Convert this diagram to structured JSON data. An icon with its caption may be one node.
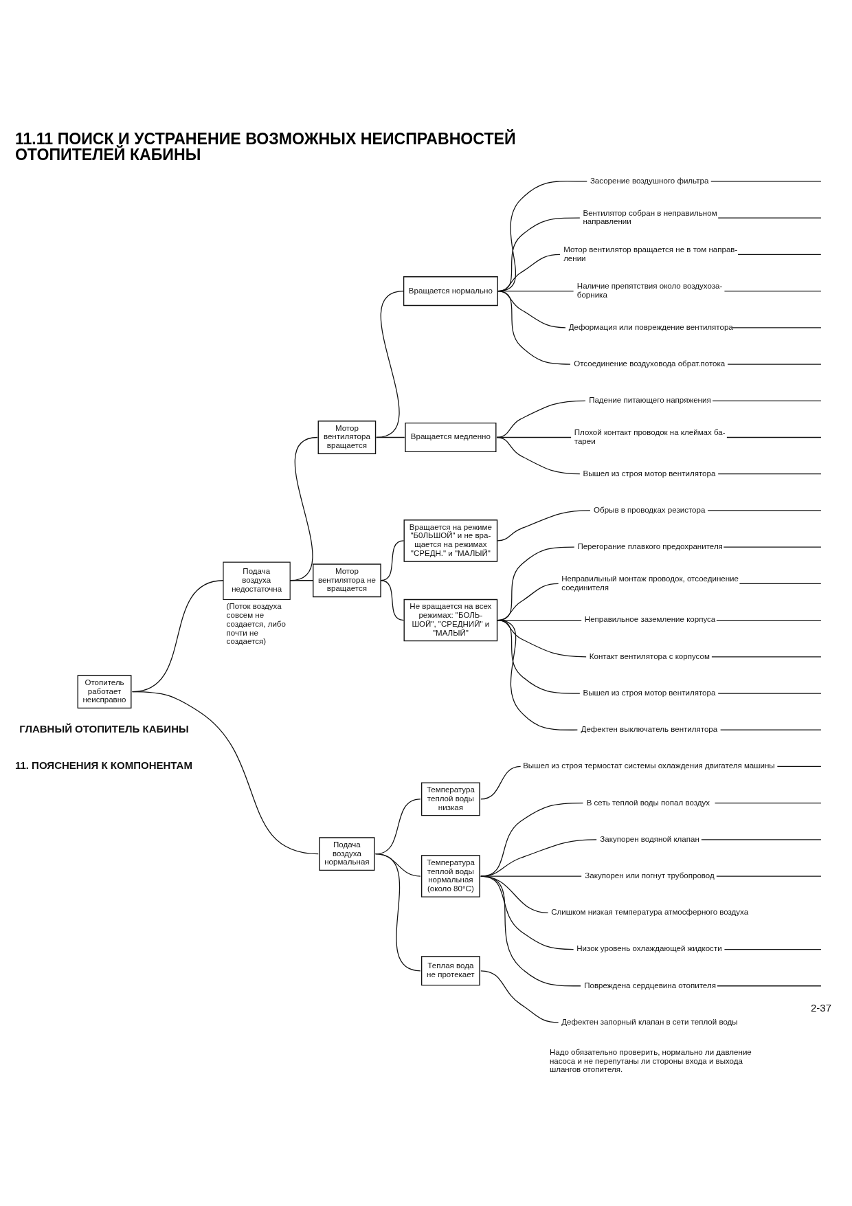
{
  "diagram": {
    "title": "11.11 ПОИСК И УСТРАНЕНИЕ ВОЗМОЖНЫХ НЕИСПРАВНОСТЕЙ ОТОПИТЕЛЕЙ КАБИНЫ",
    "nodes": [
      {
        "text": [
          "Отопитель работает неисправно"
        ]
      },
      {
        "text": [
          "Подача воздуха недостаточна"
        ],
        "beside": [
          "(Поток воздуха совсем не создается, либо почти не создается)"
        ]
      },
      {
        "text": [
          "Мотор вентилятора вращается"
        ]
      },
      {
        "text": [
          "Вращается нормально"
        ]
      },
      {
        "text": [
          "Засорение воздушного фильтра"
        ]
      },
      {
        "text": [
          "Вентилятор собран в неправильном направлении"
        ]
      },
      {
        "text": [
          "Мотор вентилятор вращается не в том направ- лении"
        ]
      },
      {
        "text": [
          "Наличие препятствия около воздухоза- борника"
        ]
      },
      {
        "text": [
          "Деформация или повреждение вентилятора"
        ]
      },
      {
        "text": [
          "Отсоединение воздуховода обрат.потока"
        ]
      },
      {
        "text": [
          "Вращается медленно"
        ]
      },
      {
        "text": [
          "Падение питающего напряжения"
        ]
      },
      {
        "text": [
          "Плохой контакт проводок на клеймах ба- тареи"
        ]
      },
      {
        "text": [
          "Вышел из строя мотор вентилятора"
        ]
      },
      {
        "text": [
          "Мотор вентилятора не вращается"
        ]
      },
      {
        "text": [
          "Вращается на режиме \"Б0ЛЬШОЙ\" и не вра- щается на режимах \"СРЕДН.\" и \"МАЛЫЙ\""
        ]
      },
      {
        "text": [
          "Обрыв в проводках резистора"
        ]
      },
      {
        "text": [
          "Не вращается на всех режимах: \"БОЛЬ- ШОЙ\", \"СРЕДНИЙ\" и \"МАЛЫЙ\""
        ]
      },
      {
        "text": [
          "Перегорание плавкого предохранителя"
        ]
      },
      {
        "text": [
          "Неправильный монтаж проводок, отсоединение соединителя"
        ]
      },
      {
        "text": [
          "Неправильное заземление корпуса"
        ]
      },
      {
        "text": [
          "Контакт вентилятора с корпусом"
        ]
      },
      {
        "text": [
          "Вышел из строя мотор вентилятора"
        ]
      },
      {
        "text": [
          "Дефектен выключатель вентилятора"
        ]
      },
      {
        "text": [
          "Подача воздуха нормальная"
        ]
      },
      {
        "text": [
          "Температура теплой воды низкая"
        ]
      },
      {
        "text": [
          "Вышел из строя термостат системы охлаждения двигателя машины"
        ]
      },
      {
        "text": [
          "Температура теплой воды нормальная (около 80°C)"
        ]
      },
      {
        "text": [
          "В сеть теплой воды попал воздух"
        ]
      },
      {
        "text": [
          "Закупорен водяной клапан"
        ]
      },
      {
        "text": [
          "Закупорен или погнут трубопровод"
        ]
      },
      {
        "text": [
          "Слишком низкая температура атмосферного воздуха"
        ]
      },
      {
        "text": [
          "Низок уровень охлаждающей жидкости"
        ]
      },
      {
        "text": [
          "Повреждена сердцевина отопителя"
        ]
      },
      {
        "text": [
          "Теплая вода не протекает"
        ]
      },
      {
        "text": [
          "Дефектен запорный клапан в сети теплой воды"
        ]
      }
    ],
    "edges": [
      {
        "from": 0,
        "to": 1,
        "arrow": "none"
      },
      {
        "from": 0,
        "to": 24,
        "arrow": "none"
      },
      {
        "from": 1,
        "to": 2,
        "arrow": "none"
      },
      {
        "from": 1,
        "to": 14,
        "arrow": "none"
      },
      {
        "from": 2,
        "to": 3,
        "arrow": "none"
      },
      {
        "from": 2,
        "to": 10,
        "arrow": "none"
      },
      {
        "from": 3,
        "to": 4,
        "arrow": "none"
      },
      {
        "from": 3,
        "to": 5,
        "arrow": "none"
      },
      {
        "from": 3,
        "to": 6,
        "arrow": "none"
      },
      {
        "from": 3,
        "to": 7,
        "arrow": "none"
      },
      {
        "from": 3,
        "to": 8,
        "arrow": "none"
      },
      {
        "from": 3,
        "to": 9,
        "arrow": "none"
      },
      {
        "from": 10,
        "to": 11,
        "arrow": "none"
      },
      {
        "from": 10,
        "to": 12,
        "arrow": "none"
      },
      {
        "from": 10,
        "to": 13,
        "arrow": "none"
      },
      {
        "from": 14,
        "to": 15,
        "arrow": "none"
      },
      {
        "from": 14,
        "to": 17,
        "arrow": "none"
      },
      {
        "from": 15,
        "to": 16,
        "arrow": "none"
      },
      {
        "from": 17,
        "to": 18,
        "arrow": "none"
      },
      {
        "from": 17,
        "to": 19,
        "arrow": "none"
      },
      {
        "from": 17,
        "to": 20,
        "arrow": "none"
      },
      {
        "from": 17,
        "to": 21,
        "arrow": "none"
      },
      {
        "from": 17,
        "to": 22,
        "arrow": "none"
      },
      {
        "from": 17,
        "to": 23,
        "arrow": "none"
      },
      {
        "from": 24,
        "to": 25,
        "arrow": "none"
      },
      {
        "from": 24,
        "to": 27,
        "arrow": "none"
      },
      {
        "from": 24,
        "to": 34,
        "arrow": "none"
      },
      {
        "from": 25,
        "to": 26,
        "arrow": "none"
      },
      {
        "from": 27,
        "to": 28,
        "arrow": "none"
      },
      {
        "from": 27,
        "to": 29,
        "arrow": "none"
      },
      {
        "from": 27,
        "to": 30,
        "arrow": "none"
      },
      {
        "from": 27,
        "to": 31,
        "arrow": "none"
      },
      {
        "from": 27,
        "to": 32,
        "arrow": "none"
      },
      {
        "from": 27,
        "to": 33,
        "arrow": "none"
      },
      {
        "from": 34,
        "to": 35,
        "arrow": "none"
      },
      {
        "from": 4,
        "to": null,
        "arrow": "none"
      },
      {
        "from": 5,
        "to": null,
        "arrow": "none"
      },
      {
        "from": 6,
        "to": null,
        "arrow": "none"
      },
      {
        "from": 7,
        "to": null,
        "arrow": "none"
      },
      {
        "from": 8,
        "to": null,
        "arrow": "none"
      },
      {
        "from": 9,
        "to": null,
        "arrow": "none"
      },
      {
        "from": 11,
        "to": null,
        "arrow": "none"
      },
      {
        "from": 12,
        "to": null,
        "arrow": "none"
      },
      {
        "from": 13,
        "to": null,
        "arrow": "none"
      },
      {
        "from": 16,
        "to": null,
        "arrow": "none"
      },
      {
        "from": 18,
        "to": null,
        "arrow": "none"
      },
      {
        "from": 19,
        "to": null,
        "arrow": "none"
      },
      {
        "from": 20,
        "to": null,
        "arrow": "none"
      },
      {
        "from": 21,
        "to": null,
        "arrow": "none"
      },
      {
        "from": 22,
        "to": null,
        "arrow": "none"
      },
      {
        "from": 23,
        "to": null,
        "arrow": "none"
      },
      {
        "from": 26,
        "to": null,
        "arrow": "none"
      },
      {
        "from": 28,
        "to": null,
        "arrow": "none"
      },
      {
        "from": 29,
        "to": null,
        "arrow": "none"
      },
      {
        "from": 30,
        "to": null,
        "arrow": "none"
      },
      {
        "from": 32,
        "to": null,
        "arrow": "none"
      },
      {
        "from": 33,
        "to": null,
        "arrow": "none"
      }
    ],
    "labels": [
      "11. ПОЯСНЕНИЯ К КОМПОНЕНТАМ",
      "ГЛАВНЫЙ ОТОПИТЕЛЬ КАБИНЫ",
      "Надо обязательно проверить, нормально ли давление насоса и не перепутаны ли стороны входа и выхода шлангов отопителя.",
      "2-37"
    ]
  }
}
